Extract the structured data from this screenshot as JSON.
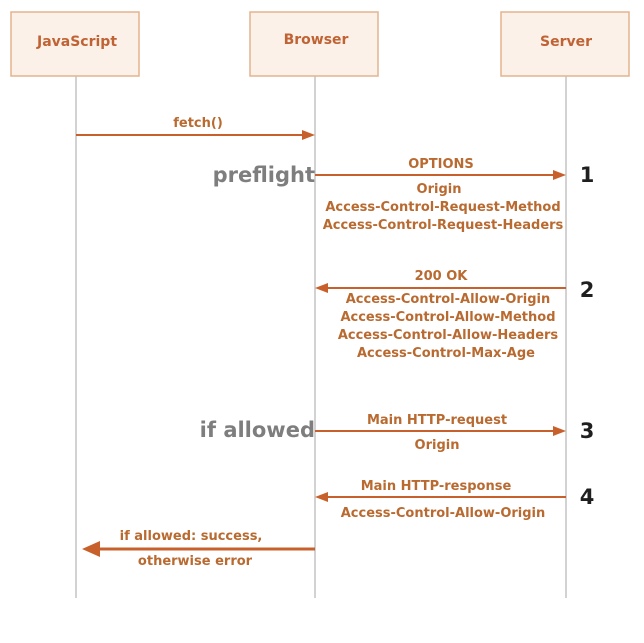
{
  "actors": [
    {
      "label": "JavaScript"
    },
    {
      "label": "Browser"
    },
    {
      "label": "Server"
    }
  ],
  "messages": {
    "fetch": {
      "label": "fetch()"
    },
    "options": {
      "title": "OPTIONS",
      "headers": [
        "Origin",
        "Access-Control-Request-Method",
        "Access-Control-Request-Headers"
      ]
    },
    "ok": {
      "title": "200 OK",
      "headers": [
        "Access-Control-Allow-Origin",
        "Access-Control-Allow-Method",
        "Access-Control-Allow-Headers",
        "Access-Control-Max-Age"
      ]
    },
    "main_request": {
      "title": "Main HTTP-request",
      "headers": [
        "Origin"
      ]
    },
    "main_response": {
      "title": "Main HTTP-response",
      "headers": [
        "Access-Control-Allow-Origin"
      ]
    },
    "result": {
      "lines": [
        "if allowed: success,",
        "otherwise error"
      ]
    }
  },
  "side_labels": {
    "preflight": "preflight",
    "if_allowed": "if allowed"
  },
  "steps": [
    "1",
    "2",
    "3",
    "4"
  ],
  "colors": {
    "accent": "#c8602c",
    "box_fill": "#fbf1e8",
    "box_border": "#e3b48e",
    "text": "#b96a30",
    "side_label": "#7e7e7e",
    "step_number": "#1f1f1f",
    "lifeline": "#b9b9b9"
  }
}
